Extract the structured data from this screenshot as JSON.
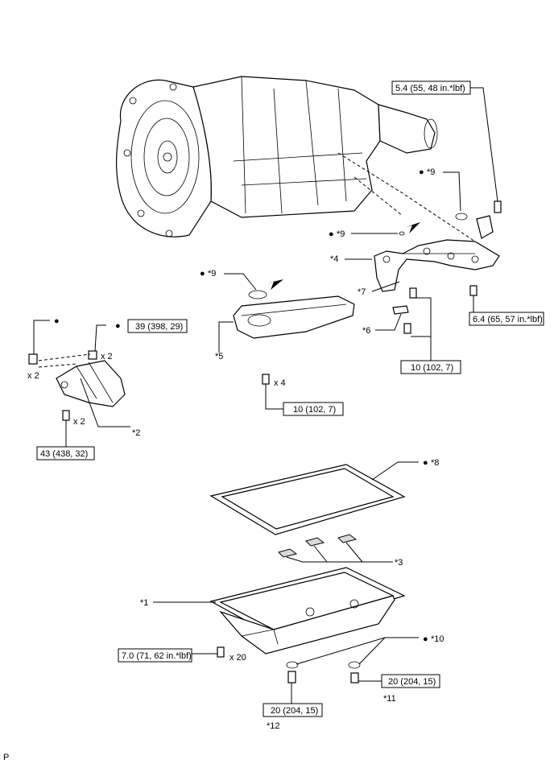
{
  "torques": {
    "t_solenoid": "5.4 (55, 48 in.*lbf)",
    "t_bracket": "39 (398, 29)",
    "t_valve_body": "6.4 (65, 57 in.*lbf)",
    "t_harness": "10 (102, 7)",
    "t_filter": "10 (102, 7)",
    "t_left": "43 (438, 32)",
    "t_pan": "7.0 (71, 62 in.*lbf)",
    "t_drain1": "20 (204, 15)",
    "t_drain2": "20 (204, 15)"
  },
  "labels": {
    "l1": "*1",
    "l2": "*2",
    "l3": "*3",
    "l4": "*4",
    "l5": "*5",
    "l6": "*6",
    "l7": "*7",
    "l8": "*8",
    "l9a": "*9",
    "l9b": "*9",
    "l9c": "*9",
    "l10": "*10",
    "l11": "*11",
    "l12": "*12"
  },
  "counts": {
    "x2a": "x 2",
    "x2b": "x 2",
    "x2c": "x 2",
    "x4": "x 4",
    "x20": "x 20"
  },
  "markers": {
    "bullet": "●"
  },
  "footer": {
    "code": "P"
  }
}
